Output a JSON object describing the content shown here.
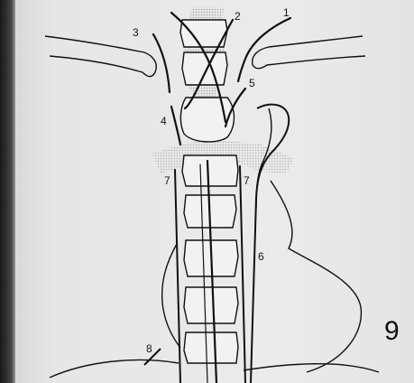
{
  "figure": {
    "number": "9",
    "labels": {
      "l1": "1",
      "l2": "2",
      "l3": "3",
      "l4": "4",
      "l5": "5",
      "l6": "6",
      "l7a": "7",
      "l7b": "7",
      "l8": "8"
    }
  },
  "colors": {
    "background": "#e9e9e9",
    "ink": "#111111",
    "shade": "#9a9a9a"
  }
}
